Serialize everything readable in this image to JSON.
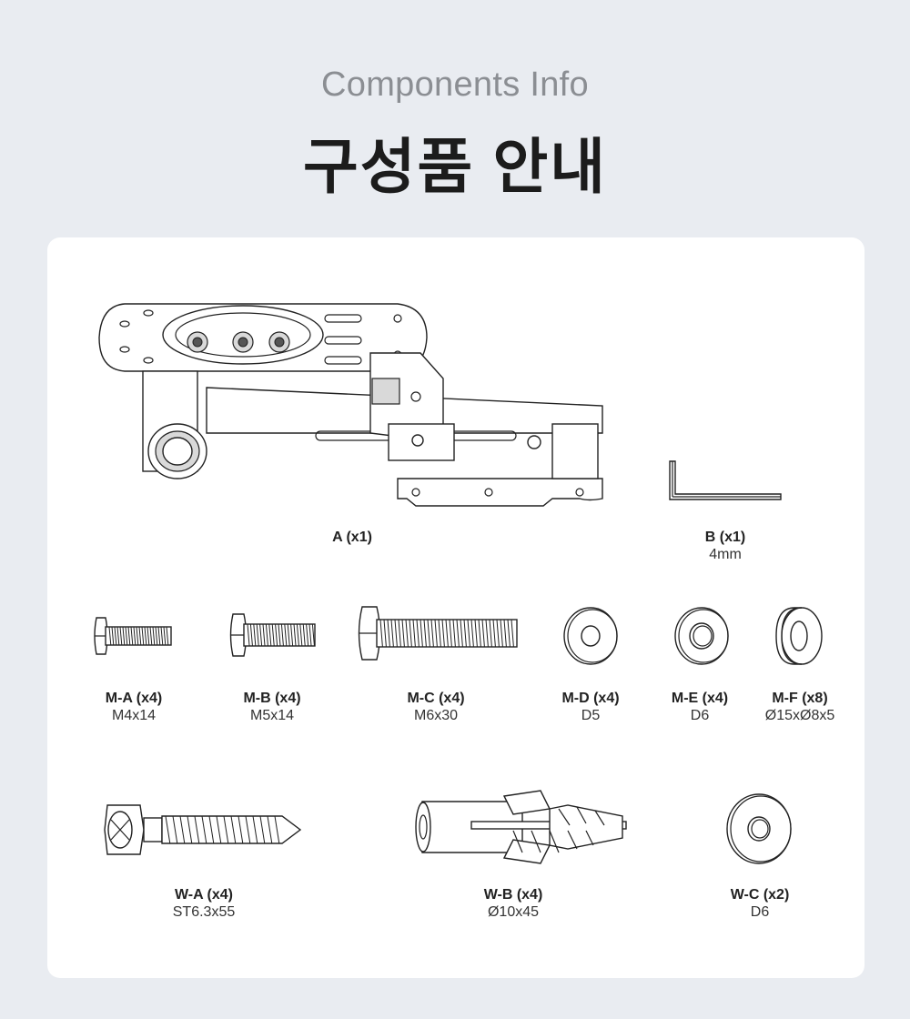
{
  "header": {
    "subtitle": "Components Info",
    "title": "구성품 안내"
  },
  "components": {
    "a": {
      "code": "A (x1)",
      "spec": ""
    },
    "b": {
      "code": "B (x1)",
      "spec": "4mm"
    },
    "ma": {
      "code": "M-A (x4)",
      "spec": "M4x14"
    },
    "mb": {
      "code": "M-B (x4)",
      "spec": "M5x14"
    },
    "mc": {
      "code": "M-C (x4)",
      "spec": "M6x30"
    },
    "md": {
      "code": "M-D (x4)",
      "spec": "D5"
    },
    "me": {
      "code": "M-E (x4)",
      "spec": "D6"
    },
    "mf": {
      "code": "M-F (x8)",
      "spec": "Ø15xØ8x5"
    },
    "wa": {
      "code": "W-A (x4)",
      "spec": "ST6.3x55"
    },
    "wb": {
      "code": "W-B (x4)",
      "spec": "Ø10x45"
    },
    "wc": {
      "code": "W-C (x2)",
      "spec": "D6"
    }
  }
}
